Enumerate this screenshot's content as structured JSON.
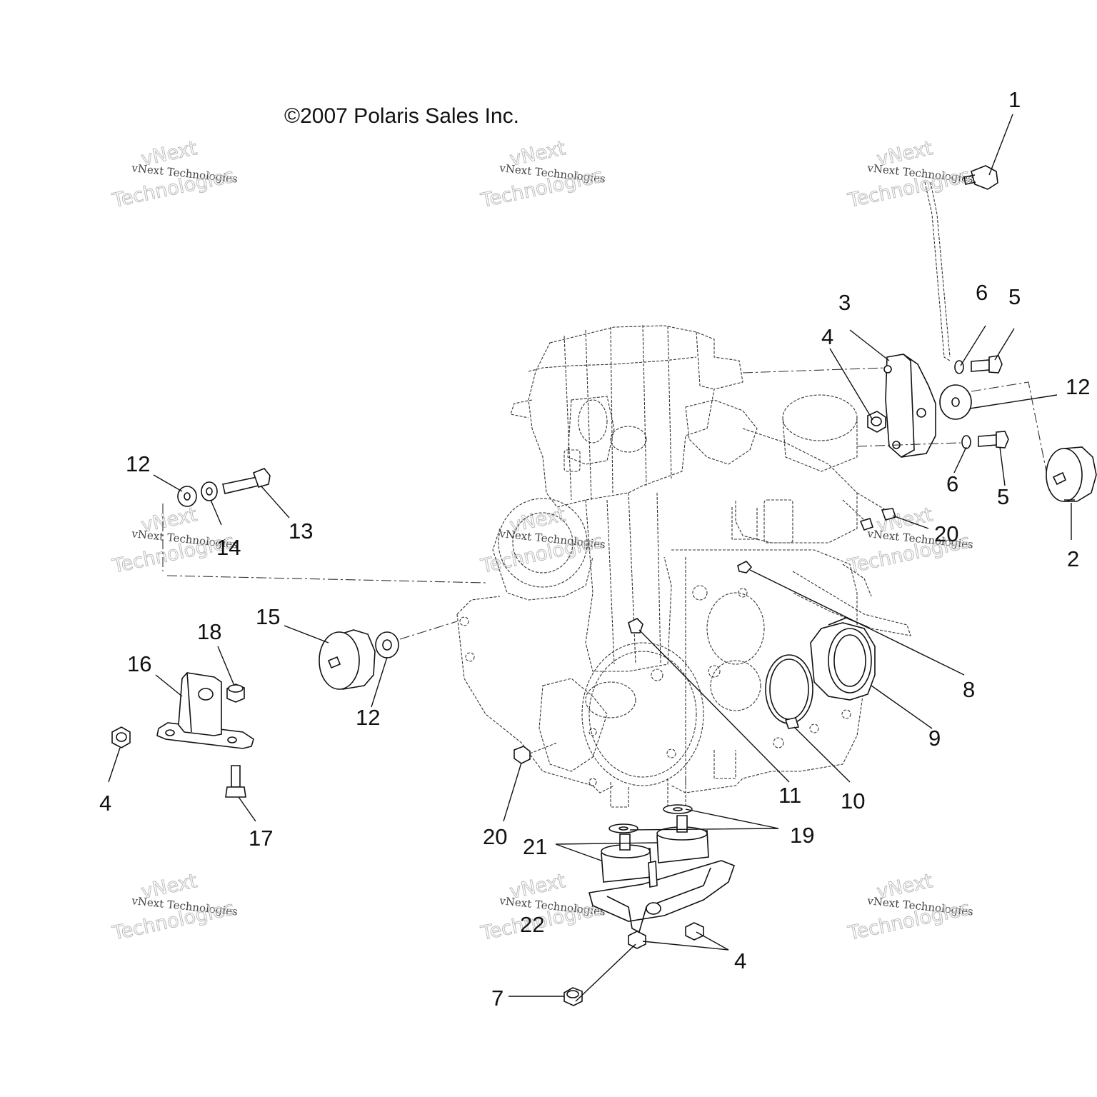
{
  "copyright": "©2007 Polaris Sales Inc.",
  "watermark": {
    "line1": "vNext Technologies",
    "line2": "vNext",
    "line3": "Technologies"
  },
  "callouts": {
    "c1": "1",
    "c2": "2",
    "c3": "3",
    "c4a": "4",
    "c4b": "4",
    "c4c": "4",
    "c5a": "5",
    "c5b": "5",
    "c6a": "6",
    "c6b": "6",
    "c7": "7",
    "c8": "8",
    "c9": "9",
    "c10": "10",
    "c11": "11",
    "c12a": "12",
    "c12b": "12",
    "c12c": "12",
    "c13": "13",
    "c14": "14",
    "c15": "15",
    "c16": "16",
    "c17": "17",
    "c18": "18",
    "c19": "19",
    "c20a": "20",
    "c20b": "20",
    "c21": "21",
    "c22": "22"
  }
}
